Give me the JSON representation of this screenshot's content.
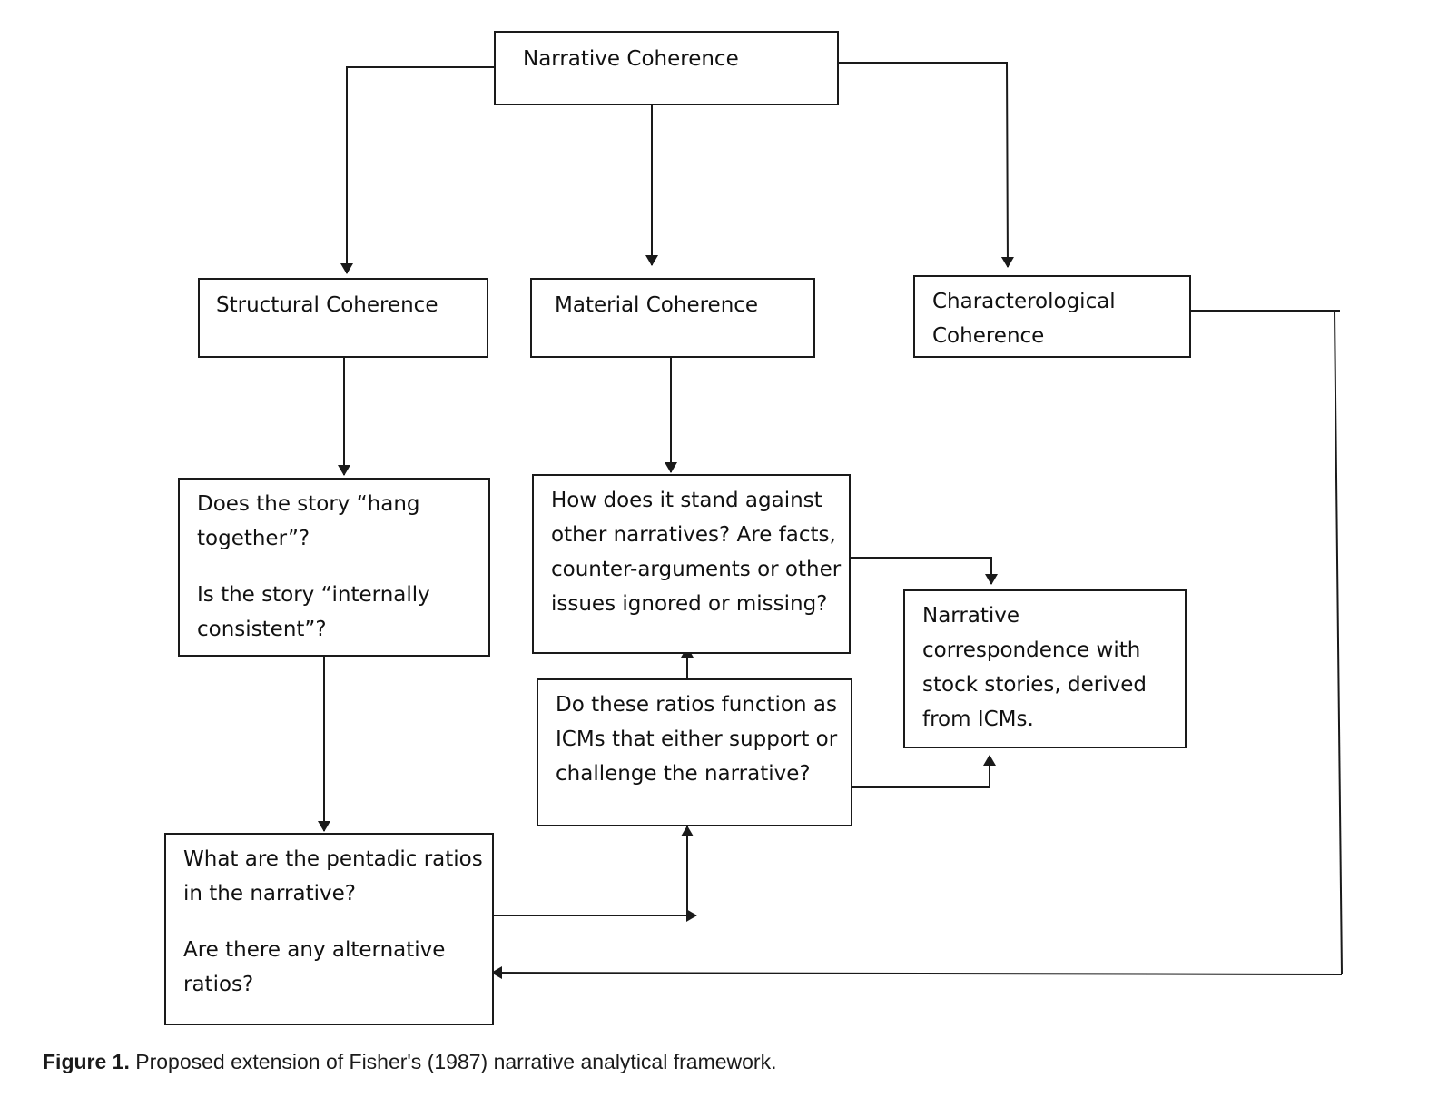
{
  "boxes": {
    "narrative_coherence": "Narrative Coherence",
    "structural_coherence": "Structural Coherence",
    "material_coherence": "Material Coherence",
    "characterological_coherence": [
      "Characterological",
      "Coherence"
    ],
    "hang_together": [
      "Does the story “hang together”?",
      "Is the story “internally consistent”?"
    ],
    "stand_against": "How does it stand against other narratives? Are facts, counter-arguments or other issues ignored or missing?",
    "ratios_function": "Do these ratios function as ICMs that either support or challenge the narrative?",
    "correspondence": "Narrative correspondence with stock stories, derived from ICMs.",
    "pentadic_ratios": [
      "What are the pentadic ratios in the narrative?",
      "Are there any alternative ratios?"
    ]
  },
  "caption": {
    "label": "Figure 1.",
    "text": " Proposed extension of Fisher's (1987) narrative analytical framework."
  }
}
